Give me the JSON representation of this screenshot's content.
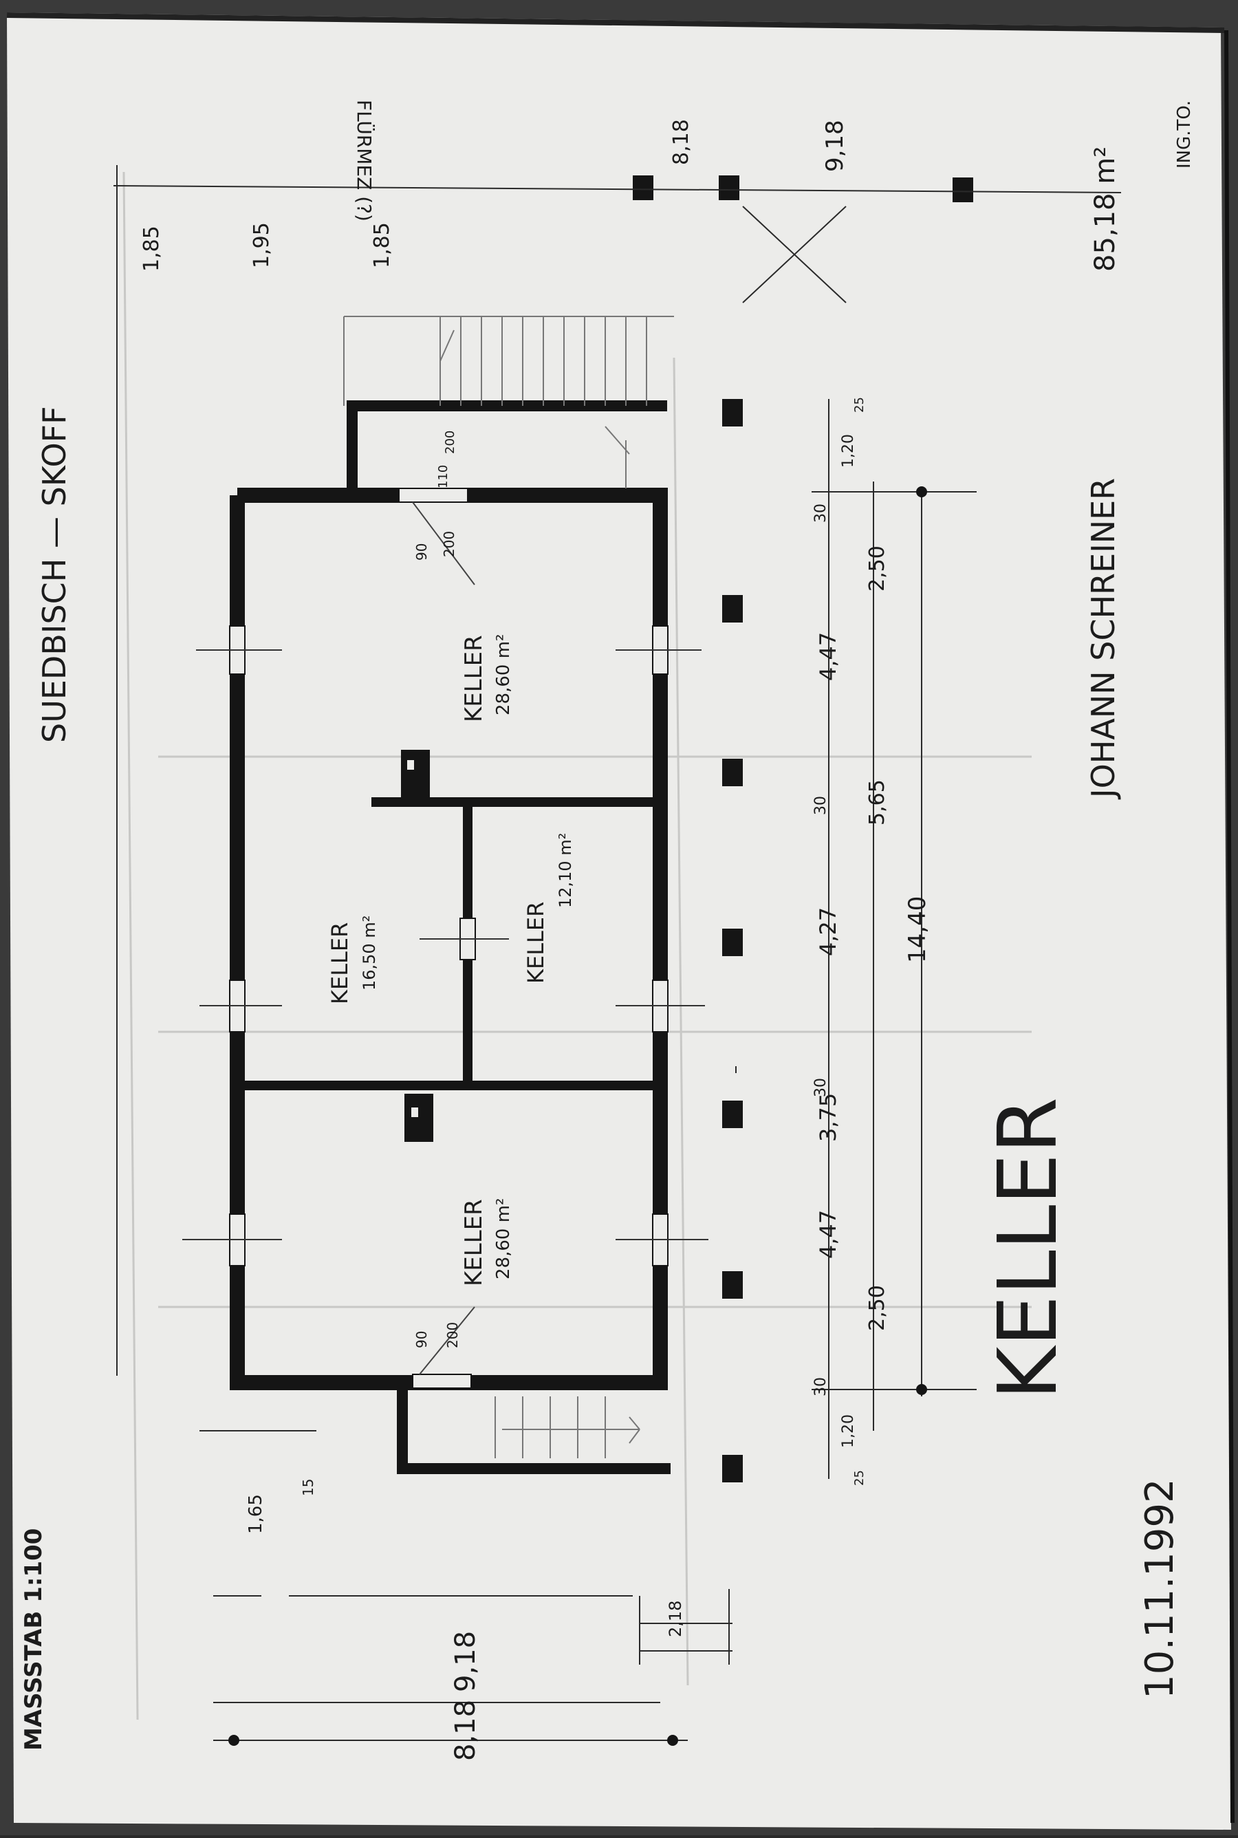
{
  "sheet": {
    "header_left": "MASSSTAB 1:100",
    "header_title": "SUEDBISCH — SKOFF",
    "drawn_by": "JOHANN SCHREINER",
    "date": "10.11.1992",
    "area_total": "85,18 m²",
    "stamp": "ING.TO.",
    "plan_name": "KELLER",
    "north_note": "FLÜRMEZ (?)"
  },
  "rooms": [
    {
      "name": "KELLER",
      "area": "28,60 m²"
    },
    {
      "name": "KELLER",
      "area": "16,50 m²"
    },
    {
      "name": "KELLER",
      "area": "12,10 m²"
    },
    {
      "name": "KELLER",
      "area": "28,60 m²"
    }
  ],
  "dimensions": {
    "overall_length": "14,40",
    "segments_outer": [
      "4,47",
      "4,27",
      "3,75",
      "4,47"
    ],
    "segments_inner": [
      "2,50",
      "5,65",
      "2,50"
    ],
    "walls": [
      "30",
      "30",
      "30",
      "30"
    ],
    "stair_widths": [
      "1,20",
      "1,20"
    ],
    "small": [
      "25",
      "25",
      "15"
    ],
    "door_left": [
      "90",
      "200"
    ],
    "door_right": [
      "110",
      "200",
      "90",
      "200"
    ],
    "bottom_dims": [
      "1,65",
      "9,18",
      "8,18",
      "2,18"
    ],
    "left_dims": [
      "1,85",
      "1,95",
      "1,85"
    ],
    "top_right": [
      "8,18",
      "9,18"
    ]
  }
}
